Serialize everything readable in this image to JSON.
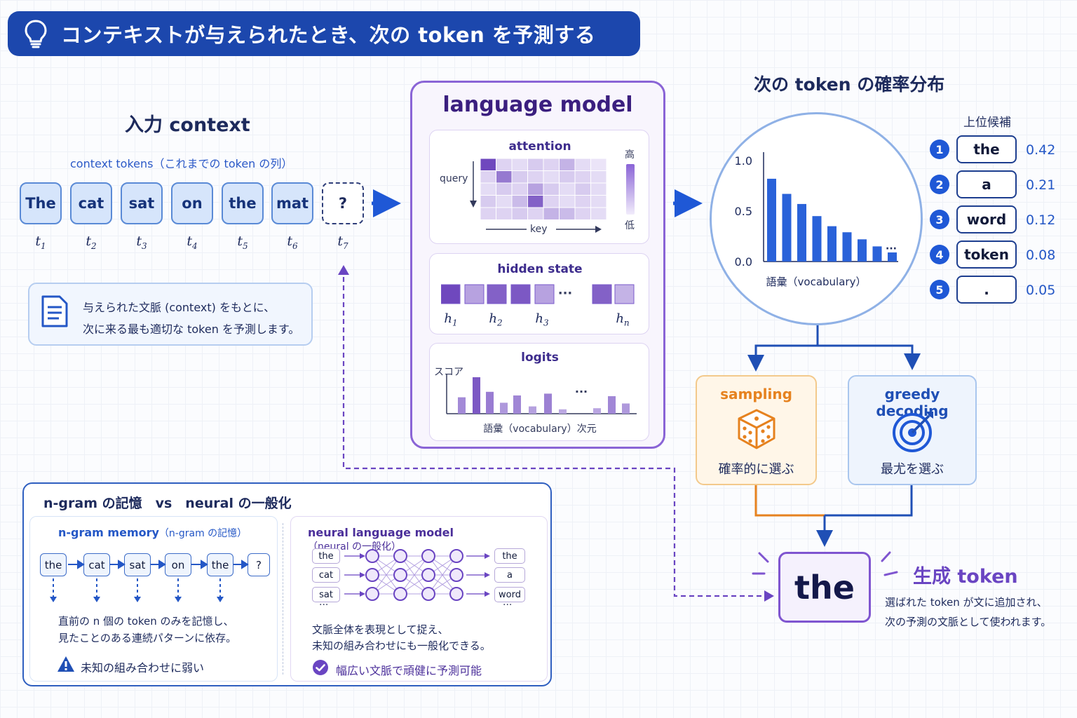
{
  "banner": {
    "title": "コンテキストが与えられたとき、次の token を予測する",
    "icon": "lightbulb-icon"
  },
  "input": {
    "heading": "入力 context",
    "subheading": "context tokens（これまでの token の列）",
    "tokens": [
      {
        "text": "The",
        "sub": "1"
      },
      {
        "text": "cat",
        "sub": "2"
      },
      {
        "text": "sat",
        "sub": "3"
      },
      {
        "text": "on",
        "sub": "4"
      },
      {
        "text": "the",
        "sub": "5"
      },
      {
        "text": "mat",
        "sub": "6"
      },
      {
        "text": "?",
        "sub": "7"
      }
    ],
    "description": [
      "与えられた文脈 (context) をもとに、",
      "次に来る最も適切な token を予測します。"
    ]
  },
  "model": {
    "title": "language model",
    "attention": {
      "title": "attention",
      "query_label": "query",
      "key_label": "key",
      "high_label": "高",
      "low_label": "低",
      "matrix": [
        [
          1.0,
          0.15,
          0.1,
          0.2,
          0.15,
          0.35,
          0.1,
          0.05
        ],
        [
          0.15,
          0.7,
          0.2,
          0.15,
          0.1,
          0.2,
          0.15,
          0.1
        ],
        [
          0.1,
          0.2,
          0.15,
          0.45,
          0.2,
          0.1,
          0.2,
          0.1
        ],
        [
          0.2,
          0.1,
          0.3,
          0.85,
          0.15,
          0.1,
          0.15,
          0.1
        ],
        [
          0.15,
          0.15,
          0.2,
          0.15,
          0.35,
          0.3,
          0.15,
          0.1
        ]
      ]
    },
    "hidden_state": {
      "title": "hidden state",
      "cells": [
        1.0,
        0.45,
        0.85,
        0.9,
        0.45,
        0.85,
        0.35
      ],
      "labels": [
        {
          "text": "h",
          "sub": "1"
        },
        {
          "text": "h",
          "sub": "2"
        },
        {
          "text": "h",
          "sub": "3"
        },
        {
          "text": "h",
          "sub": "n"
        }
      ],
      "ellipsis": "···"
    },
    "logits": {
      "title": "logits",
      "y_label": "スコア",
      "x_label": "語彙（vocabulary）次元",
      "ellipsis": "···",
      "values": [
        0.45,
        1.0,
        0.6,
        0.3,
        0.5,
        0.2,
        0.55,
        0.12,
        0.15,
        0.48,
        0.28
      ]
    }
  },
  "distribution": {
    "title": "次の token の確率分布",
    "x_label": "語彙（vocabulary）",
    "ellipsis": "···",
    "chart_data": {
      "type": "bar",
      "values": [
        0.82,
        0.67,
        0.57,
        0.45,
        0.35,
        0.29,
        0.22,
        0.15,
        0.09
      ],
      "ylim": [
        0,
        1.0
      ],
      "yticks": [
        "1.0",
        "0.5",
        "0.0"
      ],
      "xlabel": "語彙（vocabulary）"
    },
    "candidates_title": "上位候補",
    "candidates": [
      {
        "rank": "1",
        "token": "the",
        "prob": "0.42"
      },
      {
        "rank": "2",
        "token": "a",
        "prob": "0.21"
      },
      {
        "rank": "3",
        "token": "word",
        "prob": "0.12"
      },
      {
        "rank": "4",
        "token": "token",
        "prob": "0.08"
      },
      {
        "rank": "5",
        "token": ".",
        "prob": "0.05"
      }
    ]
  },
  "decoding": {
    "sampling": {
      "title": "sampling",
      "caption": "確率的に選ぶ",
      "icon": "dice-icon",
      "color": "#e6821f"
    },
    "greedy": {
      "title": "greedy decoding",
      "caption": "最尤を選ぶ",
      "icon": "target-icon",
      "color": "#1f4fb5"
    }
  },
  "generated": {
    "token": "the",
    "heading": "生成 token",
    "description": [
      "選ばれた token が文に追加され、",
      "次の予測の文脈として使われます。"
    ]
  },
  "comparison": {
    "title": "n-gram の記憶　vs　neural の一般化",
    "ngram": {
      "title": "n-gram memory",
      "title_sub": "（n-gram の記憶）",
      "tokens": [
        "the",
        "cat",
        "sat",
        "on",
        "the",
        "?"
      ],
      "description": [
        "直前の n 個の token のみを記憶し、",
        "見たことのある連続パターンに依存。"
      ],
      "warning": "未知の組み合わせに弱い"
    },
    "neural": {
      "title": "neural language model",
      "title_sub": "（neural の一般化）",
      "inputs": [
        "the",
        "cat",
        "sat"
      ],
      "outputs": [
        "the",
        "a",
        "word"
      ],
      "ellipsis": "···",
      "description": [
        "文脈全体を表現として捉え、",
        "未知の組み合わせにも一般化できる。"
      ],
      "check": "幅広い文脈で頑健に予測可能"
    }
  },
  "colors": {
    "banner": "#1c47ad",
    "accent_purple": "#7f55d0",
    "accent_blue": "#1f58d6",
    "orange": "#e6821f"
  }
}
